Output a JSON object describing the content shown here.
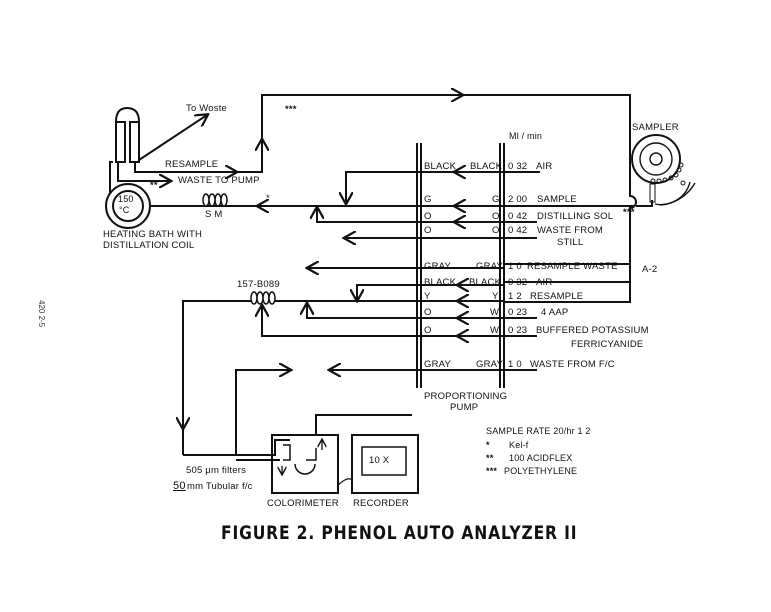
{
  "figure_title": "FIGURE 2.  PHENOL AUTO ANALYZER II",
  "margin_note": "420 2-5",
  "heating_bath": {
    "temp_value": "150",
    "temp_unit": "°C",
    "caption_line1": "HEATING BATH WITH",
    "caption_line2": "DISTILLATION  COIL"
  },
  "labels": {
    "to_waste": "To Woste",
    "resample": "RESAMPLE",
    "waste_to_pump": "WASTE  TO  PUMP",
    "sm": "S M",
    "mixing_coil": "157-B089",
    "ml_min": "Ml / min",
    "sampler": "SAMPLER",
    "a2": "A-2",
    "pump_line1": "PROPORTIONING",
    "pump_line2": "PUMP",
    "star1": "*",
    "star2": "**",
    "star3": "***",
    "filters": "505 μm  filters",
    "tubular_num": "50",
    "tubular_rest": " mm Tubular  f/c",
    "colorimeter": "COLORIMETER",
    "recorder": "RECORDER",
    "recorder_display": "10  X"
  },
  "pump_tubes": [
    {
      "left": "BLACK",
      "right": "BLACK",
      "rate": "0 32",
      "desc": "AIR"
    },
    {
      "left": "G",
      "right": "G",
      "rate": "2 00",
      "desc": "SAMPLE"
    },
    {
      "left": "O",
      "right": "O",
      "rate": "0 42",
      "desc": "DISTILLING SOL"
    },
    {
      "left": "O",
      "right": "O",
      "rate": "0 42",
      "desc": "WASTE   FROM",
      "desc2": "STILL"
    },
    {
      "left": "GRAY",
      "right": "GRAY",
      "rate": "1 0",
      "desc": "RESAMPLE WASTE"
    },
    {
      "left": "BLACK",
      "right": "BLACK",
      "rate": "0 32",
      "desc": "AIR"
    },
    {
      "left": "Y",
      "right": "Y",
      "rate": "1 2",
      "desc": "RESAMPLE"
    },
    {
      "left": "O",
      "right": "W",
      "rate": "0 23",
      "desc": "4 AAP"
    },
    {
      "left": "O",
      "right": "W",
      "rate": "0 23",
      "desc": "BUFFERED POTASSIUM",
      "desc2": "FERRICYANIDE"
    },
    {
      "left": "GRAY",
      "right": "GRAY",
      "rate": "1 0",
      "desc": "WASTE  FROM  F/C"
    }
  ],
  "legend": {
    "sample_rate": "SAMPLE RATE  20/hr   1 2",
    "items": [
      {
        "mark": "*",
        "text": "Kel-f"
      },
      {
        "mark": "**",
        "text": "100  ACIDFLEX"
      },
      {
        "mark": "***",
        "text": "POLYETHYLENE"
      }
    ]
  }
}
